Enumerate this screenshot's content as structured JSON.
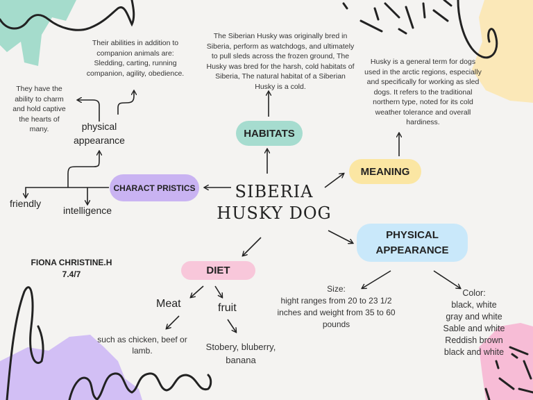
{
  "title": {
    "line1": "SIBERIA",
    "line2": "HUSKY DOG"
  },
  "author": {
    "name": "FIONA CHRISTINE.H",
    "date": "7.4/7"
  },
  "nodes": {
    "habitats": {
      "label": "HABITATS",
      "text": "The Siberian Husky was originally bred in Siberia, perform as watchdogs, and ultimately to pull sleds across the frozen ground, The Husky was bred for the harsh, cold habitats of Siberia, The natural habitat of a Siberian Husky is a cold."
    },
    "meaning": {
      "label": "MEANING",
      "text": "Husky is a general term for dogs used in the arctic regions, especially and specifically for working as sled dogs. It refers to the traditional northern type, noted for its cold weather tolerance and overall hardiness."
    },
    "characteristics": {
      "label": "CHARACT PRISTICS",
      "physical_label": "physical appearance",
      "charm_text": "They have the ability to charm and hold captive the hearts of many.",
      "abilities_text": "Their abilities in addition to companion animals are: Sledding, carting, running companion, agility, obedience.",
      "friendly": "friendly",
      "intelligence": "intelligence"
    },
    "physical_appearance": {
      "label": "PHYSICAL APPEARANCE",
      "size_text": "Size:\nhight ranges from 20 to 23 1/2 inches and weight from 35 to 60 pounds",
      "color_text": "Color:\nblack, white\ngray and  white\nSable and white\nReddish brown\nblack and white"
    },
    "diet": {
      "label": "DIET",
      "meat": "Meat",
      "meat_text": "such as chicken, beef or lamb.",
      "fruit": "fruit",
      "fruit_text": "Stobery, bluberry, banana"
    }
  },
  "colors": {
    "habitats_pill": "#a6dccf",
    "meaning_pill": "#fbe6a3",
    "characteristics_pill": "#c9b3f2",
    "physical_pill": "#c9e8fa",
    "diet_pill": "#f8c7da",
    "mint_blob": "#a5dccc",
    "yellow_blob": "#fbe8b8",
    "lavender_blob": "#d2bff5",
    "pink_blob": "#f7bcd6"
  }
}
